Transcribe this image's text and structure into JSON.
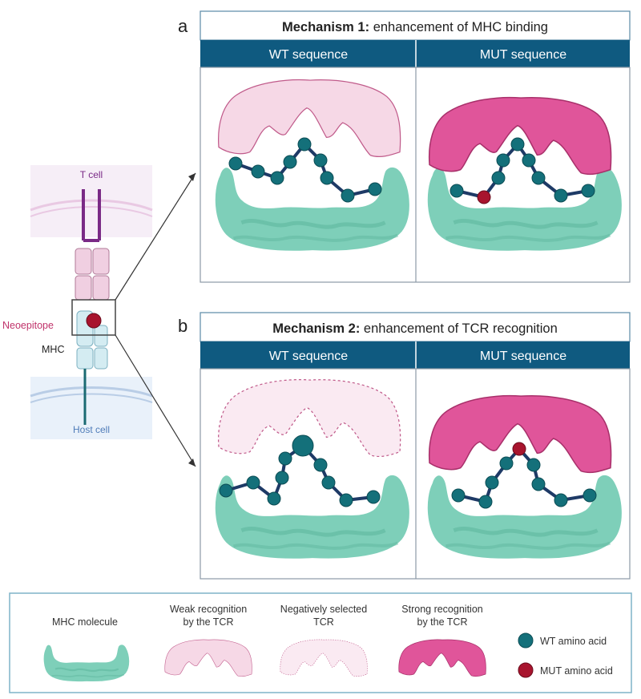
{
  "colors": {
    "header_bar": "#0f5a80",
    "mhc": "#7ecfb9",
    "mhc_dark": "#5fb79f",
    "tcr_weak": "#f6d8e6",
    "tcr_weak_edge": "#c05a8a",
    "tcr_strong": "#e0559a",
    "tcr_strong_dark": "#c93a82",
    "wt_amino": "#14707a",
    "mut_amino": "#a8142e",
    "chain": "#1e3a66",
    "box_border": "#8c9aa6",
    "legend_border": "#7fb3c8"
  },
  "left_panel": {
    "t_cell_label": "T cell",
    "host_cell_label": "Host cell",
    "neoepitope_label": "Neoepitope",
    "mhc_label": "MHC"
  },
  "panel_a": {
    "letter": "a",
    "title_bold": "Mechanism 1:",
    "title_rest": " enhancement of MHC binding",
    "col1": "WT sequence",
    "col2": "MUT sequence"
  },
  "panel_b": {
    "letter": "b",
    "title_bold": "Mechanism 2:",
    "title_rest": " enhancement of TCR recognition",
    "col1": "WT sequence",
    "col2": "MUT sequence"
  },
  "legend": {
    "mhc_molecule": "MHC molecule",
    "weak_line1": "Weak recognition",
    "weak_line2": "by the TCR",
    "neg_line1": "Negatively selected",
    "neg_line2": "TCR",
    "strong_line1": "Strong recognition",
    "strong_line2": "by the TCR",
    "wt_amino": "WT amino acid",
    "mut_amino": "MUT amino acid"
  }
}
